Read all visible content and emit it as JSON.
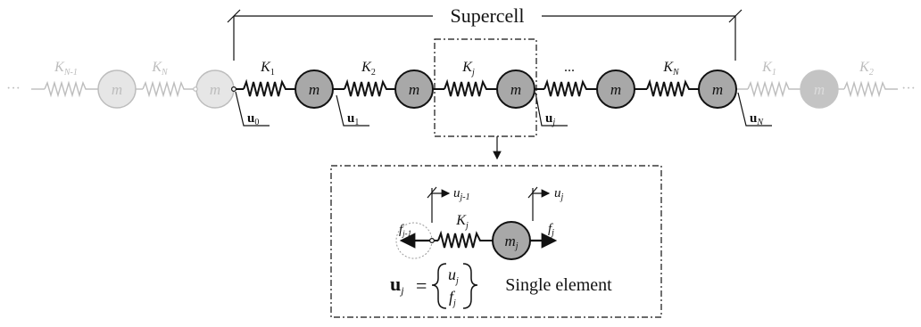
{
  "title": "Supercell",
  "caption": "Single element",
  "ellipsis": "...",
  "dots_left": "···",
  "dots_right": "···",
  "mass_label": "m",
  "ghost_left": {
    "spring1": "K",
    "spring1_sub": "N-1",
    "spring2": "K",
    "spring2_sub": "N"
  },
  "ghost_right": {
    "spring1": "K",
    "spring1_sub": "1",
    "spring2": "K",
    "spring2_sub": "2"
  },
  "springs": [
    {
      "label": "K",
      "sub": "1"
    },
    {
      "label": "K",
      "sub": "2"
    },
    {
      "label": "K",
      "sub": "j"
    },
    {
      "label": "K",
      "sub": "N"
    }
  ],
  "displacements": [
    {
      "label": "u",
      "sub": "0"
    },
    {
      "label": "u",
      "sub": "1"
    },
    {
      "label": "u",
      "sub": "j"
    },
    {
      "label": "u",
      "sub": "N"
    }
  ],
  "element": {
    "disp_prev": "u",
    "disp_prev_sub": "j-1",
    "disp_curr": "u",
    "disp_curr_sub": "j",
    "spring": "K",
    "spring_sub": "j",
    "mass": "m",
    "mass_sub": "j",
    "force_prev": "f",
    "force_prev_sub": "j-1",
    "force_curr": "f",
    "force_curr_sub": "j",
    "eq_lhs": "u",
    "eq_lhs_sub": "j",
    "eq_sign": "=",
    "vec_top": "u",
    "vec_top_sub": "j",
    "vec_bottom": "f",
    "vec_bottom_sub": "j"
  },
  "colors": {
    "ink": "#111111",
    "mass_fill": "#a8a8a8",
    "ghost_ink": "#bdbdbd",
    "ghost_mass_fill": "#e6e6e6"
  }
}
